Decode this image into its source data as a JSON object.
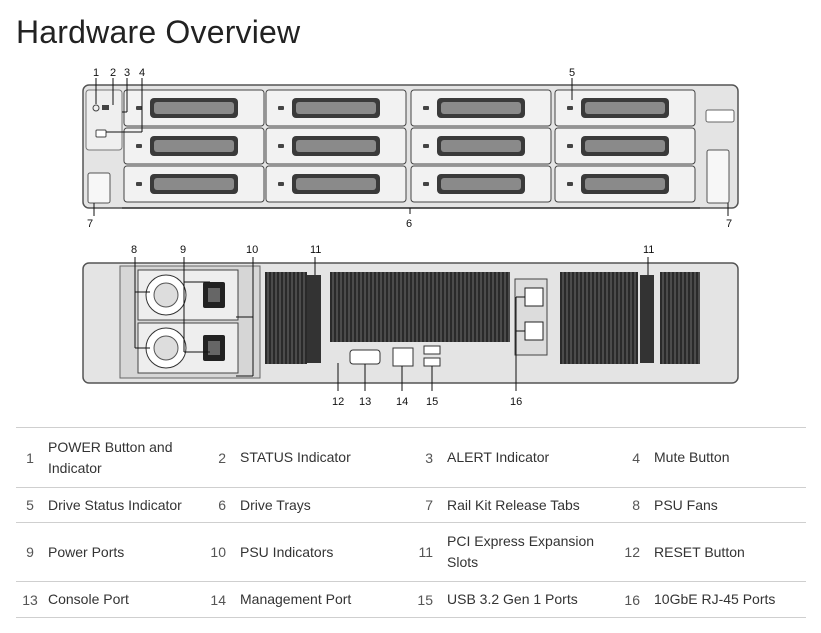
{
  "title": "Hardware Overview",
  "callouts": {
    "front": [
      "1",
      "2",
      "3",
      "4",
      "5",
      "6",
      "7",
      "7"
    ],
    "rear": [
      "8",
      "9",
      "10",
      "11",
      "11",
      "12",
      "13",
      "14",
      "15",
      "16"
    ]
  },
  "legend": [
    [
      {
        "n": "1",
        "label": "POWER Button  and Indicator"
      },
      {
        "n": "2",
        "label": "STATUS Indicator"
      },
      {
        "n": "3",
        "label": "ALERT Indicator"
      },
      {
        "n": "4",
        "label": "Mute Button"
      }
    ],
    [
      {
        "n": "5",
        "label": "Drive Status Indicator"
      },
      {
        "n": "6",
        "label": "Drive Trays"
      },
      {
        "n": "7",
        "label": "Rail Kit Release Tabs"
      },
      {
        "n": "8",
        "label": "PSU Fans"
      }
    ],
    [
      {
        "n": "9",
        "label": "Power Ports"
      },
      {
        "n": "10",
        "label": "PSU Indicators"
      },
      {
        "n": "11",
        "label": "PCI Express Expansion Slots"
      },
      {
        "n": "12",
        "label": "RESET Button"
      }
    ],
    [
      {
        "n": "13",
        "label": "Console Port"
      },
      {
        "n": "14",
        "label": "Management Port"
      },
      {
        "n": "15",
        "label": "USB 3.2 Gen 1 Ports"
      },
      {
        "n": "16",
        "label": "10GbE RJ-45 Ports"
      }
    ]
  ],
  "colors": {
    "chassis": "#e4e4e4",
    "outline": "#555555",
    "tray": "#f2f2f2",
    "handle": "#3a3a3a",
    "grille": "#2a2a2a"
  }
}
